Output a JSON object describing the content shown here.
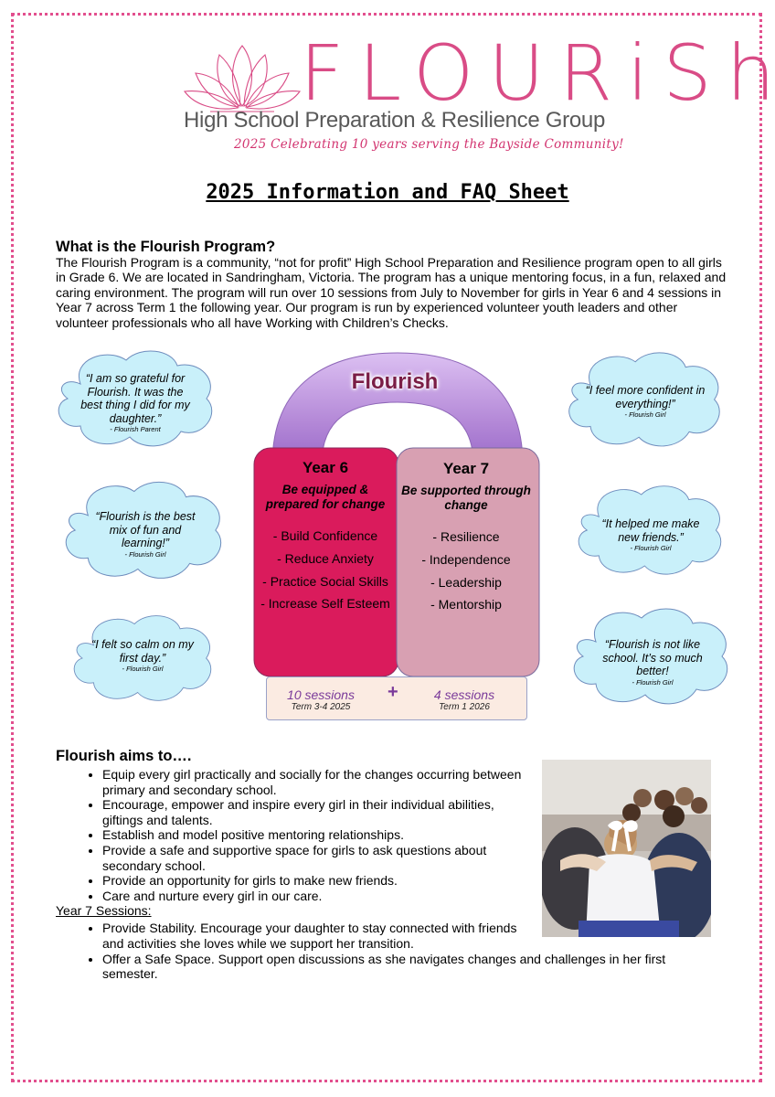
{
  "header": {
    "logo_word": "FLOURiSh",
    "logo_subtitle": "High School Preparation & Resilience Group",
    "tagline": "2025 Celebrating 10 years serving the Bayside Community!"
  },
  "title": "2025 Information and FAQ Sheet",
  "intro": {
    "heading": "What is the Flourish Program?",
    "body": "The Flourish Program is a community, “not for profit” High School Preparation and Resilience program open to all girls in Grade 6. We are located in Sandringham, Victoria. The program has a unique mentoring focus, in a fun, relaxed and caring environment. The program will run over 10 sessions from July to November for girls in Year 6 and 4 sessions in Year 7 across Term 1 the following year. Our program is run by experienced volunteer youth leaders and other volunteer professionals who all have Working with Children’s Checks."
  },
  "testimonials": [
    {
      "quote": "“I am so grateful for Flourish. It was the best thing I did for my daughter.”",
      "author": "- Flourish Parent"
    },
    {
      "quote": "“Flourish is the best mix of fun and learning!”",
      "author": "- Flourish Girl"
    },
    {
      "quote": "“I felt so calm on my first day.”",
      "author": "- Flourish Girl"
    },
    {
      "quote": "“I feel more confident in everything!”",
      "author": "- Flourish Girl"
    },
    {
      "quote": "“It helped me make new friends.”",
      "author": "- Flourish Girl"
    },
    {
      "quote": "“Flourish is not like school. It’s so much better!",
      "author": "- Flourish Girl"
    }
  ],
  "program": {
    "arch_title": "Flourish",
    "year6": {
      "title": "Year 6",
      "subtitle": "Be equipped & prepared for change",
      "items": [
        "- Build Confidence",
        "- Reduce Anxiety",
        "- Practice Social Skills",
        "- Increase Self Esteem"
      ]
    },
    "year7": {
      "title": "Year 7",
      "subtitle": "Be supported through change",
      "items": [
        "- Resilience",
        "- Independence",
        "- Leadership",
        "- Mentorship"
      ]
    },
    "sessions": {
      "left_count": "10 sessions",
      "left_term": "Term 3-4  2025",
      "plus": "+",
      "right_count": "4 sessions",
      "right_term": "Term 1  2026"
    }
  },
  "aims": {
    "heading": "Flourish aims to….",
    "items": [
      "Equip every girl practically and socially for the changes occurring between primary and secondary school.",
      "Encourage, empower and inspire every girl in their individual abilities, giftings and talents.",
      "Establish and model positive mentoring relationships.",
      "Provide a safe and supportive space for girls to ask questions about secondary school.",
      "Provide an opportunity for girls to make new friends.",
      "Care and nurture every girl in our care."
    ],
    "year7_heading": "Year 7 Sessions:",
    "year7_items": [
      "Provide Stability. Encourage your daughter to stay connected with friends and activities she loves while we support her transition.",
      "Offer a Safe Space. Support open discussions as she navigates changes and challenges in her first semester."
    ]
  },
  "colors": {
    "brand_pink": "#d94c86",
    "year6": "#da1b5c",
    "year7": "#d8a0b2",
    "arch": "#b88ad9",
    "cloud": "#c9f0fa"
  }
}
